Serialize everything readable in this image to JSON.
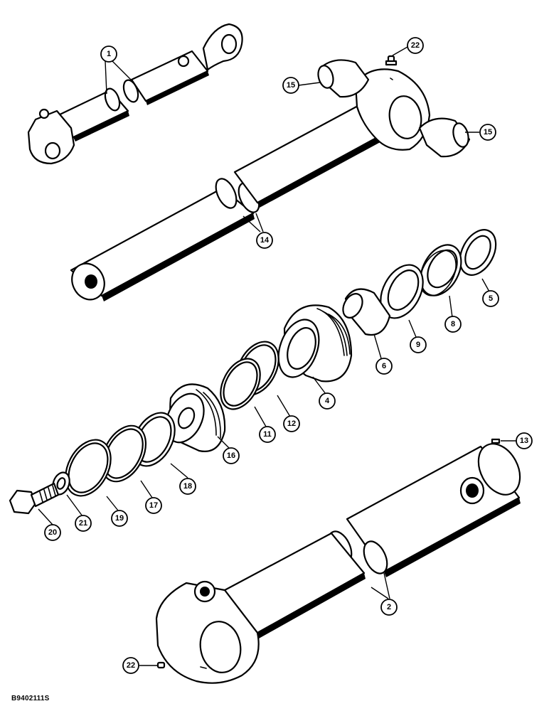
{
  "figure_code": "B9402111S",
  "callouts": [
    {
      "label": "1",
      "part": "complete-cylinder"
    },
    {
      "label": "22",
      "part": "grease-fitting-rod-end"
    },
    {
      "label": "15",
      "part": "bushing-rod-end-upper"
    },
    {
      "label": "15",
      "part": "bushing-rod-end-lower"
    },
    {
      "label": "14",
      "part": "piston-rod"
    },
    {
      "label": "5",
      "part": "wiper-seal"
    },
    {
      "label": "8",
      "part": "rod-seal"
    },
    {
      "label": "9",
      "part": "gland-ring"
    },
    {
      "label": "6",
      "part": "gland-bushing"
    },
    {
      "label": "4",
      "part": "gland"
    },
    {
      "label": "12",
      "part": "backup-ring"
    },
    {
      "label": "11",
      "part": "o-ring"
    },
    {
      "label": "16",
      "part": "piston"
    },
    {
      "label": "18",
      "part": "piston-seal"
    },
    {
      "label": "17",
      "part": "wear-ring"
    },
    {
      "label": "19",
      "part": "wear-ring-outer"
    },
    {
      "label": "21",
      "part": "washer"
    },
    {
      "label": "20",
      "part": "bolt"
    },
    {
      "label": "13",
      "part": "plug"
    },
    {
      "label": "2",
      "part": "cylinder-barrel"
    },
    {
      "label": "22",
      "part": "grease-fitting-barrel"
    }
  ]
}
